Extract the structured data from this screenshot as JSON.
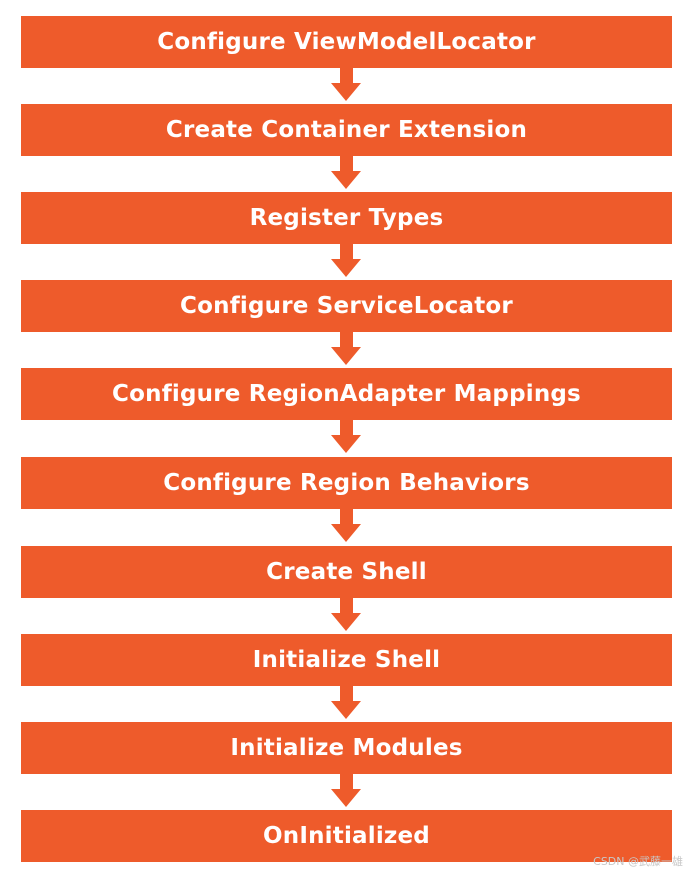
{
  "colors": {
    "step_fill": "#EE5B2B",
    "arrow_fill": "#EE5B2B",
    "text": "#FFFFFF"
  },
  "steps": [
    {
      "label": "Configure ViewModelLocator"
    },
    {
      "label": "Create Container Extension"
    },
    {
      "label": "Register Types"
    },
    {
      "label": "Configure ServiceLocator"
    },
    {
      "label": "Configure RegionAdapter Mappings"
    },
    {
      "label": "Configure Region Behaviors"
    },
    {
      "label": "Create Shell"
    },
    {
      "label": "Initialize Shell"
    },
    {
      "label": "Initialize Modules"
    },
    {
      "label": "OnInitialized"
    }
  ],
  "watermark": "CSDN @武藤一雄"
}
